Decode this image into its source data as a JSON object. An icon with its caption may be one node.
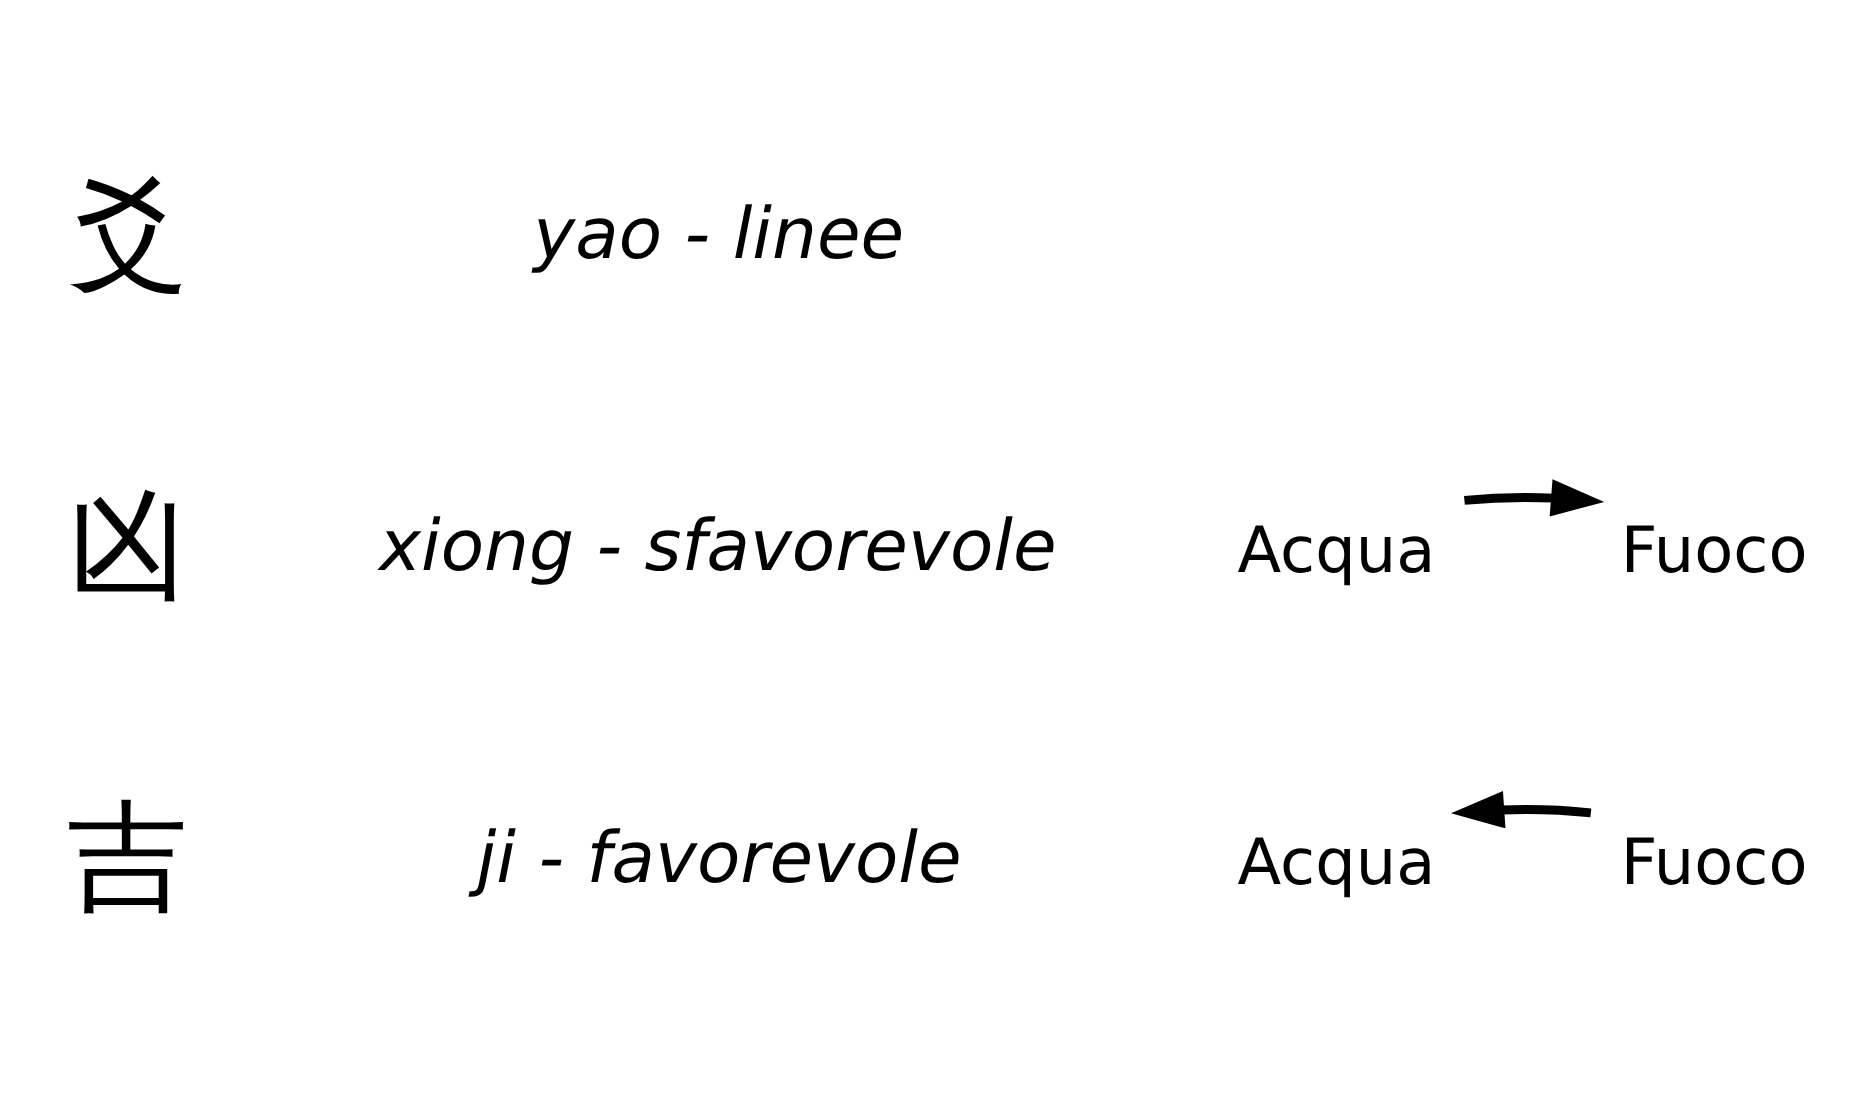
{
  "diagram": {
    "nodes": [
      {
        "text": [
          "Acqua"
        ]
      },
      {
        "text": [
          "Fuoco"
        ]
      },
      {
        "text": [
          "Acqua"
        ]
      },
      {
        "text": [
          "Fuoco"
        ]
      }
    ],
    "edges": [
      {
        "from": 1,
        "to": 0,
        "arrow": "to"
      },
      {
        "from": 2,
        "to": 3,
        "arrow": "to"
      }
    ],
    "labels": [
      "吉",
      "ji - favorevole",
      "凶",
      "xiong - sfavorevole",
      "爻",
      "yao - linee"
    ]
  }
}
